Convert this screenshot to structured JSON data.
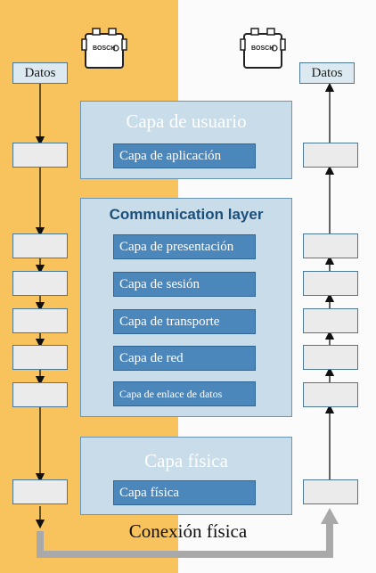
{
  "left_stack": {
    "datos_label": "Datos"
  },
  "right_stack": {
    "datos_label": "Datos"
  },
  "ecu": {
    "brand": "BOSCH"
  },
  "user_group": {
    "title": "Capa de usuario",
    "layers": [
      "Capa de aplicación"
    ]
  },
  "communication_group": {
    "title": "Communication layer",
    "layers": [
      "Capa de presentación",
      "Capa de sesión",
      "Capa de transporte",
      "Capa de red",
      "Capa de enlace de datos"
    ]
  },
  "physical_group": {
    "title": "Capa física",
    "layers": [
      "Capa física"
    ]
  },
  "connection": {
    "label": "Conexión física"
  },
  "colors": {
    "left_background": "#f8c35c",
    "panel_fill": "#c8dce9",
    "layer_fill": "#4c87bb",
    "connection_line": "#a9a9a9"
  }
}
